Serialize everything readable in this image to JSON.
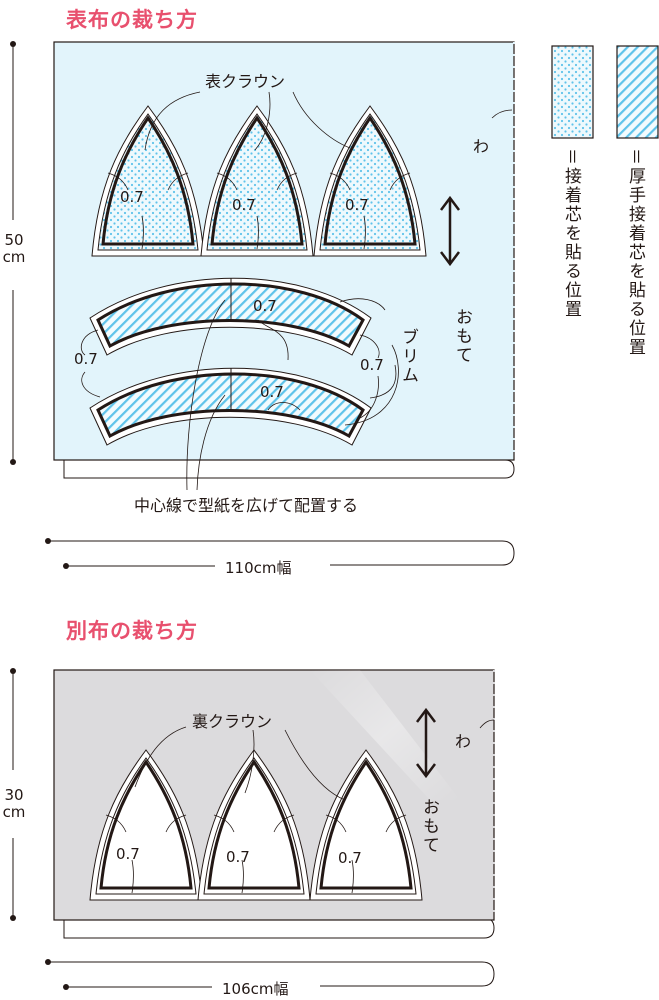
{
  "section1": {
    "title": "表布の裁ち方",
    "height_value": "50",
    "height_unit": "cm",
    "width_label": "110cm幅",
    "fabric_color": "#e2f4fb",
    "crown_label": "表クラウン",
    "brim_label": "ブリム",
    "fold_label": "わ",
    "face_label": "おもて",
    "center_note": "中心線で型紙を広げて配置する",
    "seam_allowance": "0.7",
    "crowns": [
      {
        "seam": "0.7"
      },
      {
        "seam": "0.7"
      },
      {
        "seam": "0.7"
      }
    ],
    "brims": [
      {
        "seam_left": "0.7",
        "seam_right": "0.7",
        "seam_top": "0.7"
      },
      {
        "seam_top": "0.7"
      }
    ]
  },
  "legend": {
    "items": [
      {
        "pattern": "dots",
        "label": "＝接着芯を貼る位置",
        "color": "#5fc3ea"
      },
      {
        "pattern": "stripes",
        "label": "＝厚手接着芯を貼る位置",
        "color": "#5fc3ea"
      }
    ]
  },
  "section2": {
    "title": "別布の裁ち方",
    "height_value": "30",
    "height_unit": "cm",
    "width_label": "106cm幅",
    "fabric_color": "#dcdbdd",
    "crown_label": "裏クラウン",
    "fold_label": "わ",
    "face_label": "おもて",
    "crowns": [
      {
        "seam": "0.7"
      },
      {
        "seam": "0.7"
      },
      {
        "seam": "0.7"
      }
    ]
  },
  "colors": {
    "title": "#e8506e",
    "line": "#231815",
    "interfacing": "#5fc3ea"
  }
}
